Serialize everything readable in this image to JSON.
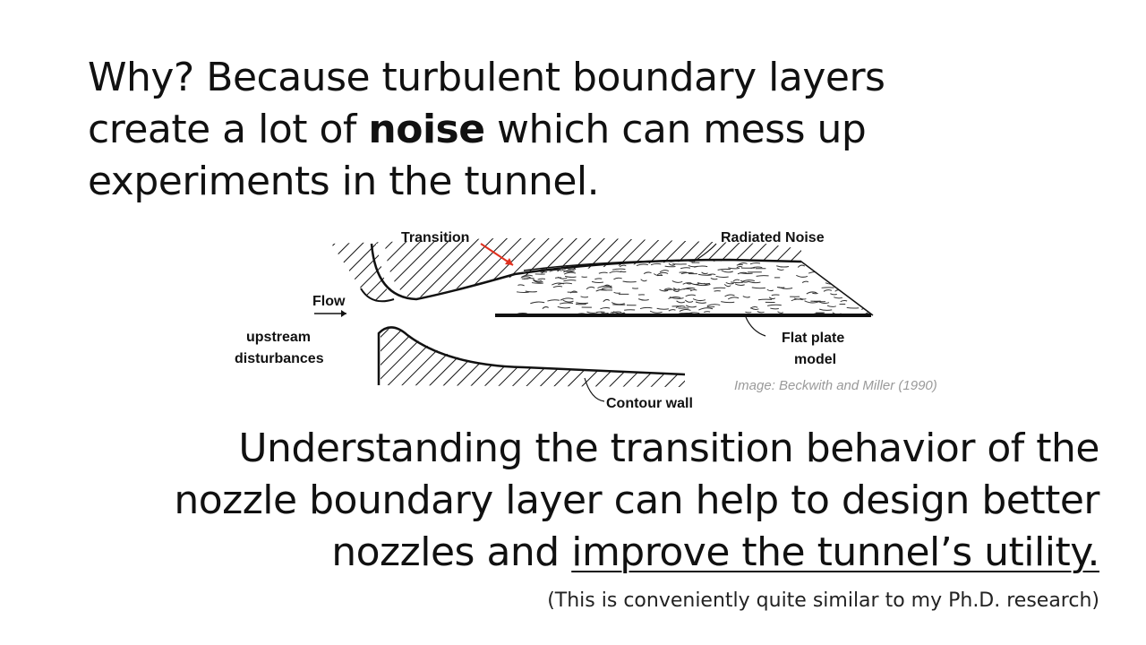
{
  "heading": {
    "line1": "Why? Because turbulent boundary layers",
    "line2_pre": "create a lot of ",
    "line2_bold": "noise",
    "line2_post": " which can mess up",
    "line3": "experiments in the tunnel."
  },
  "diagram": {
    "labels": {
      "transition": "Transition",
      "radiated_noise": "Radiated Noise",
      "flow": "Flow",
      "upstream_1": "upstream",
      "upstream_2": "disturbances",
      "flat_plate_1": "Flat plate",
      "flat_plate_2": "model",
      "contour_wall": "Contour wall"
    },
    "credit": "Image: Beckwith and Miller (1990)",
    "colors": {
      "arrow": "#e0301e",
      "ink": "#111111"
    }
  },
  "conclusion": {
    "line1": "Understanding the transition behavior of the",
    "line2": "nozzle boundary layer can help to design better",
    "line3_pre": "nozzles and ",
    "line3_underlined": "improve the tunnel’s utility."
  },
  "footnote": "(This is conveniently quite similar to my Ph.D. research)"
}
